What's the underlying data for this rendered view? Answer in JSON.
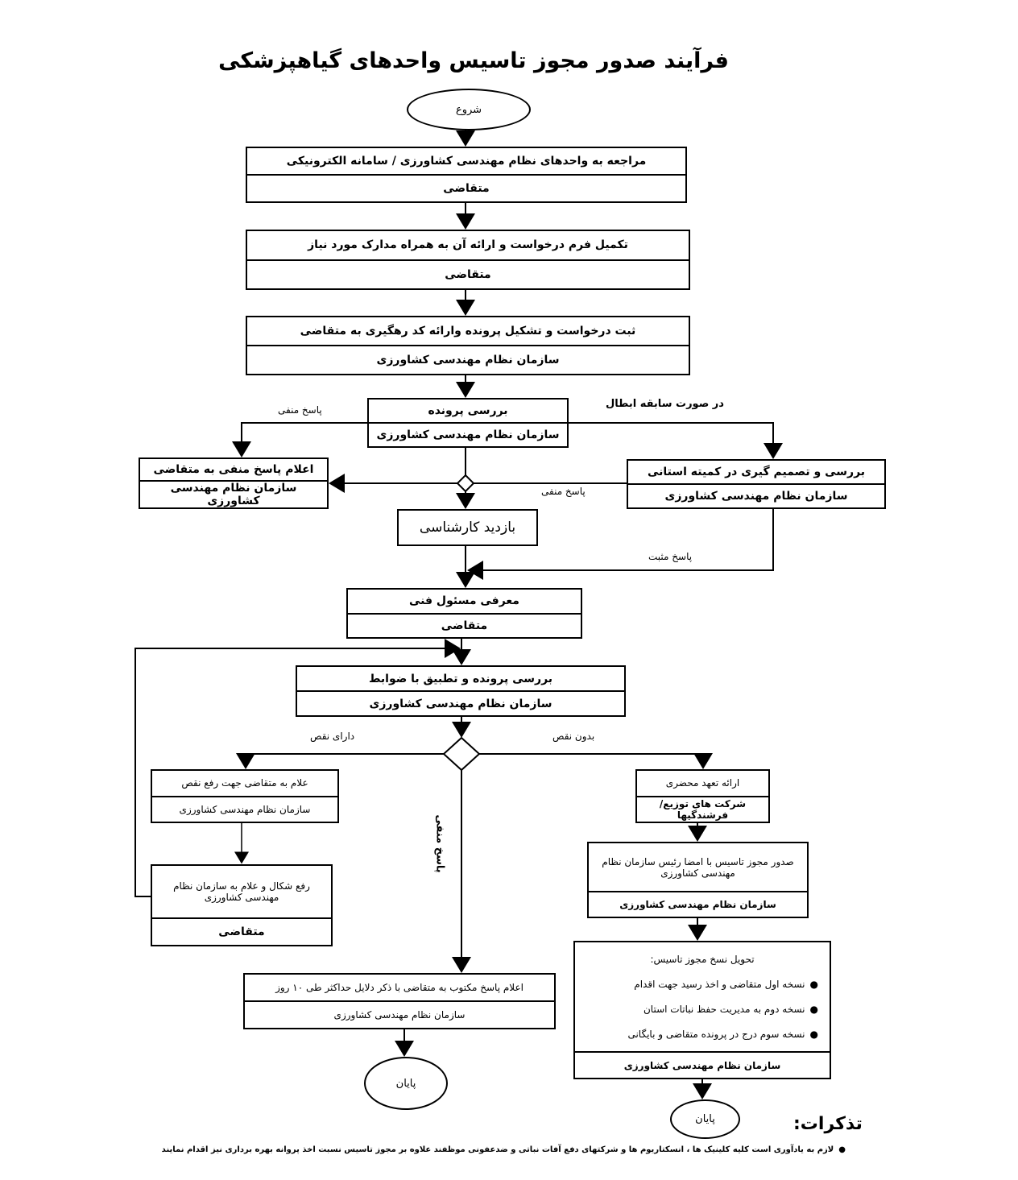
{
  "title": "فرآیند صدور مجوز تاسیس واحدهای گیاهپزشکی",
  "start": "شروع",
  "steps": [
    {
      "action": "مراجعه به واحدهای نظام مهندسی کشاورزی / سامانه الکترونیکی",
      "actor": "متقاضی"
    },
    {
      "action": "تکمیل فرم درخواست  و ارائه آن  به همراه مدارک مورد نیاز",
      "actor": "متقاضی"
    },
    {
      "action": "ثبت درخواست و تشکیل پرونده وارائه کد رهگیری به متقاضی",
      "actor": "سازمان نظام مهندسی کشاورزی"
    },
    {
      "action": "بررسی پرونده",
      "actor": "سازمان نظام مهندسی کشاورزی"
    },
    {
      "action": "اعلام پاسخ منفی به متقاضی",
      "actor": "سازمان نظام مهندسی کشاورزی"
    },
    {
      "action": "بررسی و تصمیم گیری در کمیته استانی",
      "actor": "سازمان نظام مهندسی کشاورزی"
    },
    {
      "action": "بازدید کارشناسی"
    },
    {
      "action": "معرفی مسئول فنی",
      "actor": "متقاضی"
    },
    {
      "action": "بررسی پرونده و تطبیق با ضوابط",
      "actor": "سازمان نظام مهندسی کشاورزی"
    },
    {
      "action": "علام به متقاضی جهت رفع نقص",
      "actor": "سازمان نظام مهندسی کشاورزی"
    },
    {
      "action": "رفع شکال و علام به سازمان نظام مهندسی کشاورزی",
      "actor": "متقاضی"
    },
    {
      "action": "ارائه تعهد محضری",
      "actor": "شرکت های توزیع/فرشندگیها"
    },
    {
      "action": "صدور مجوز تاسیس با امضا رئیس سازمان نظام مهندسی کشاورزی",
      "actor": "سازمان نظام مهندسی کشاورزی"
    },
    {
      "action": "تحویل نسخ مجوز تاسیس:",
      "bullets": [
        "نسخه اول متقاضی و اخذ رسید جهت اقدام",
        "نسخه دوم به مدیریت حفظ نباتات استان",
        "نسخه سوم درج در پرونده متقاضی و بایگانی"
      ],
      "actor": "سازمان نظام مهندسی کشاورزی"
    },
    {
      "action": "اعلام پاسخ مکتوب  به متقاضی با ذکر دلایل حداکثر طی ۱۰ روز",
      "actor": "سازمان نظام مهندسی کشاورزی"
    }
  ],
  "edge_labels": {
    "negative_1": "پاسخ منفی",
    "revocation": "در صورت سابقه ابطال",
    "negative_2": "پاسخ منفی",
    "positive": "پاسخ مثبت",
    "has_defect": "دارای نقص",
    "no_defect": "بدون نقص",
    "negative_3": "پاسخ منفی"
  },
  "end_left": "پایان",
  "end_right": "پایان",
  "notes_title": "تذکرات:",
  "notes": [
    "لازم به یادآوری است کلیه کلینیک ها ، انسکتاریوم ها و شرکتهای دفع آفات نباتی و ضدعفونی موظفند علاوه بر مجوز تاسیس نسبت اخذ پروانه بهره برداری نیز اقدام نمایند"
  ]
}
